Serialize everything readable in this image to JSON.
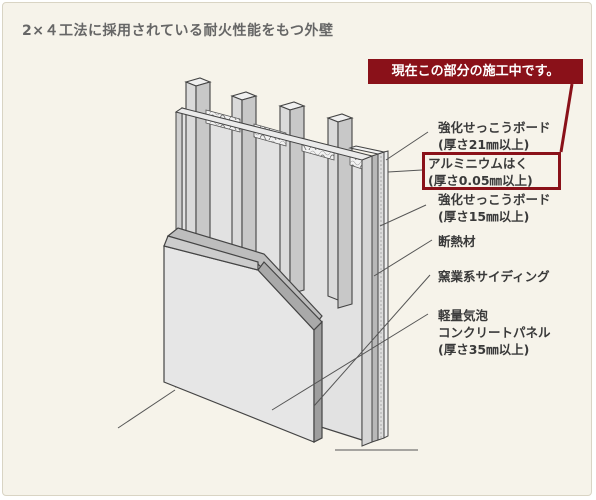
{
  "title": "2×４工法に採用されている耐火性能をもつ外壁",
  "callout": "現在この部分の施工中です。",
  "labels": {
    "gypsum_outer_1": "強化せっこうボード",
    "gypsum_outer_2": "(厚さ21㎜以上)",
    "aluminum_1": "アルミニウムはく",
    "aluminum_2": "(厚さ0.05㎜以上)",
    "gypsum_inner_1": "強化せっこうボード",
    "gypsum_inner_2": "(厚さ15㎜以上)",
    "insulation": "断熱材",
    "siding": "窯業系サイディング",
    "alc_1": "軽量気泡",
    "alc_2": "コンクリートパネル",
    "alc_3": "(厚さ35㎜以上)"
  },
  "colors": {
    "accent": "#8a1119",
    "background": "#f6f3ea",
    "text": "#3a3a3a"
  }
}
